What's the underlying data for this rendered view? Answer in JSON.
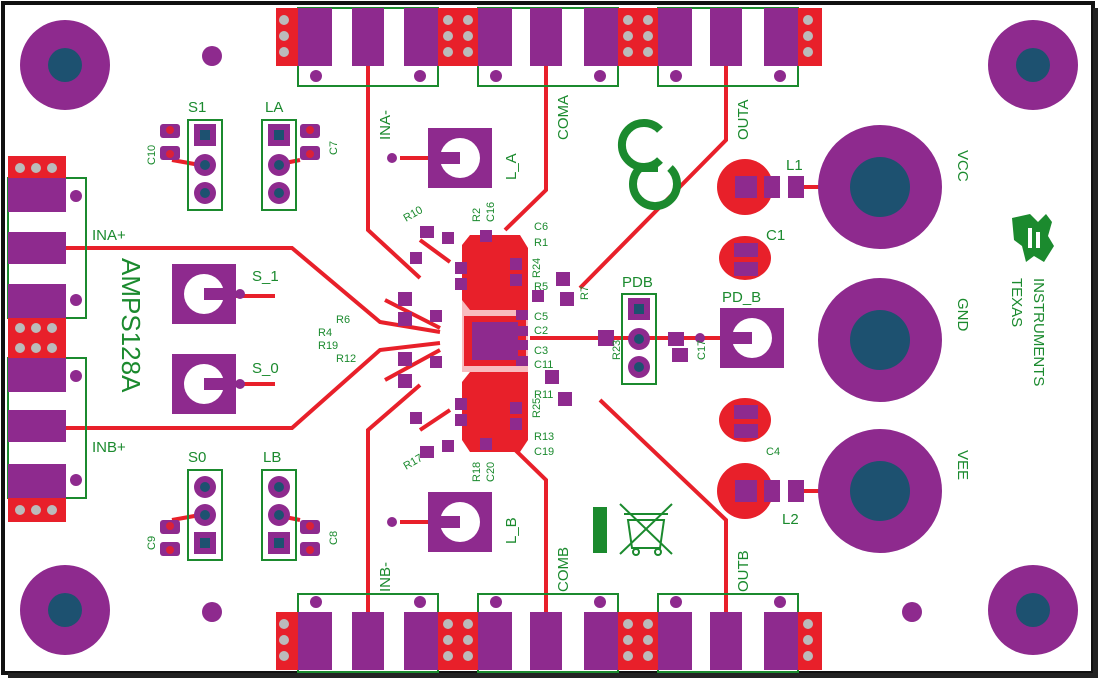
{
  "board": {
    "part_number": "AMPS128A",
    "logo_line1": "TEXAS",
    "logo_line2": "INSTRUMENTS",
    "colors": {
      "board": "#ffffff",
      "outline": "#111111",
      "pad": "#8e2a8e",
      "trace": "#e8202a",
      "silk": "#1b8a2e",
      "hole": "#1d5170"
    }
  },
  "connectors": {
    "top": [
      "INA-",
      "COMA",
      "OUTA"
    ],
    "bottom": [
      "INB-",
      "COMB",
      "OUTB"
    ],
    "left": [
      "INA+",
      "INB+"
    ]
  },
  "jumpers": {
    "S1": "S1",
    "LA": "LA",
    "S0": "S0",
    "LB": "LB",
    "PDB": "PDB"
  },
  "test_points": {
    "L_A": "L_A",
    "L_B": "L_B",
    "S_1": "S_1",
    "S_0": "S_0",
    "PD_B": "PD_B"
  },
  "power": [
    "VCC",
    "GND",
    "VEE"
  ],
  "components": {
    "caps": [
      "C10",
      "C7",
      "C9",
      "C8",
      "C1",
      "C4",
      "C17",
      "C6",
      "C2",
      "C3",
      "C5",
      "C11",
      "C19",
      "C20",
      "C16"
    ],
    "resistors": [
      "R1",
      "R2",
      "R4",
      "R5",
      "R6",
      "R7",
      "R10",
      "R11",
      "R12",
      "R13",
      "R17",
      "R18",
      "R19",
      "R23",
      "R24",
      "R25"
    ],
    "inductors": [
      "L1",
      "L2"
    ]
  },
  "silk_labels": {
    "L1": "L1",
    "L2": "L2",
    "C1": "C1",
    "C4": "C4",
    "C10": "C10",
    "C7": "C7",
    "C9": "C9",
    "C8": "C8",
    "C17": "C17",
    "R10": "R10",
    "R2": "R2",
    "C16": "C16",
    "C6": "C6",
    "R1": "R1",
    "R24": "R24",
    "R5": "R5",
    "R7": "R7",
    "C5": "C5",
    "C2": "C2",
    "C3": "C3",
    "C11": "C11",
    "R11": "R11",
    "R25": "R25",
    "R13": "R13",
    "C19": "C19",
    "R18": "R18",
    "C20": "C20",
    "R17": "R17",
    "R6": "R6",
    "R4": "R4",
    "R19": "R19",
    "R12": "R12",
    "R23": "R23"
  }
}
